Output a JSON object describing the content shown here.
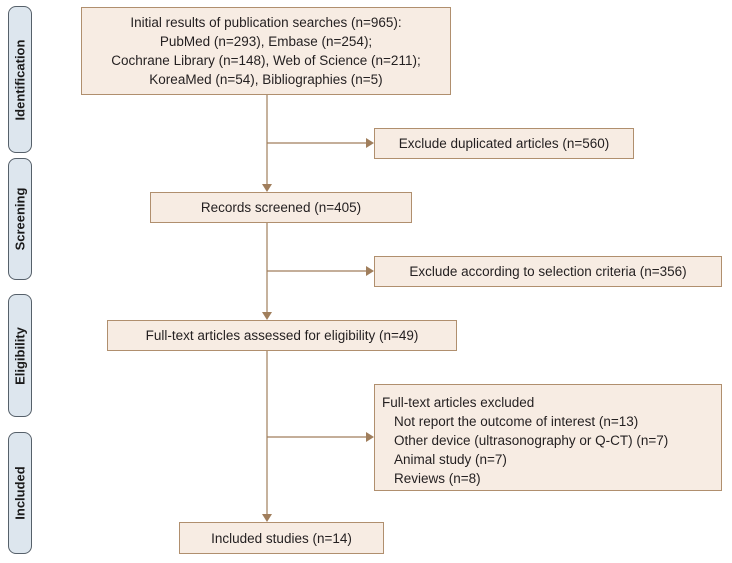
{
  "stages": {
    "identification": "Identification",
    "screening": "Screening",
    "eligibility": "Eligibility",
    "included": "Included"
  },
  "boxes": {
    "initial": [
      "Initial results of publication searches (n=965):",
      "PubMed (n=293), Embase (n=254);",
      "Cochrane Library (n=148), Web of Science (n=211);",
      "KoreaMed (n=54), Bibliographies (n=5)"
    ],
    "duplicates": "Exclude duplicated articles (n=560)",
    "screened": "Records screened (n=405)",
    "criteria": "Exclude according to selection criteria (n=356)",
    "fulltext": "Full-text articles assessed for eligibility (n=49)",
    "excluded": {
      "title": "Full-text articles excluded",
      "items": [
        "Not report the outcome of interest (n=13)",
        "Other device (ultrasonography or Q-CT) (n=7)",
        "Animal study (n=7)",
        "Reviews (n=8)"
      ]
    },
    "included": "Included studies (n=14)"
  },
  "colors": {
    "box_fill": "#f7ece3",
    "box_border": "#b08f6e",
    "stage_fill": "#dde6ee",
    "arrow": "#a07e5c"
  }
}
